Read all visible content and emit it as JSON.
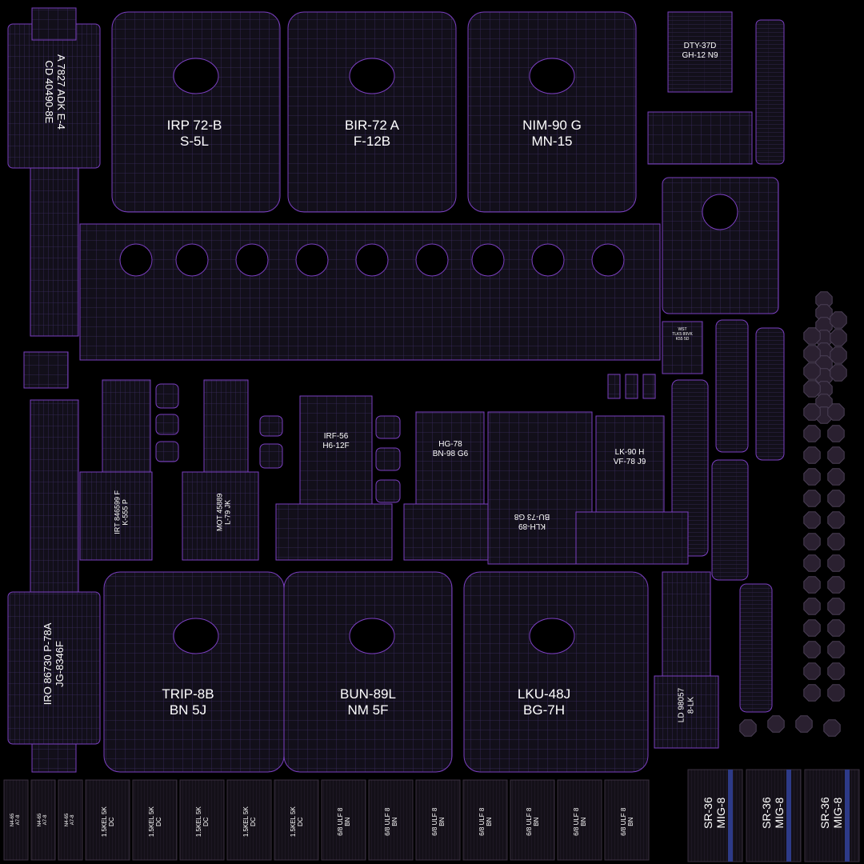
{
  "colors": {
    "background": "#000000",
    "fill": "#120f1a",
    "grid": "#3a2a5e",
    "edge": "#7a3fc0",
    "label": "#ffffff"
  },
  "labels": {
    "pod_top_1": "IRP 72-B\nS-5L",
    "pod_top_2": "BIR-72 A\nF-12B",
    "pod_top_3": "NIM-90 G\nMN-15",
    "pod_bottom_1": "TRIP-8B\nBN 5J",
    "pod_bottom_2": "BUN-89L\nNM 5F",
    "pod_bottom_3": "LKU-48J\nBG-7H",
    "top_right_block": "DTY-37D\nGH-12 N9",
    "tall_left_top": "A 7827 ADK E-4\nCD 40490-8E",
    "tall_left_bottom": "IRO 86730 P-78A\nJG-8346F",
    "mid_block_1": "IRF-56\nH6-12F",
    "mid_block_2": "HG-78\nBN-98 G6",
    "mid_block_3": "LK-90 H\nVF-78 J9",
    "mid_block_2_flipped": "KLH-89\nBU-73 G8",
    "narrow_1": "IRT 846599 F\nK-555 P",
    "narrow_2": "MOT 45889\nL-79 JK",
    "right_narrow": "LD 98057\n8-LK",
    "small_tag": "WST\nTLK5 89VK\nK55 5D",
    "strip_a": "N4-65\nA7-8",
    "strip_b": "1.5KEL 5K\nDC",
    "strip_c": "6/8 ULF 8\nBN",
    "strip_d": "SR-36\nMIG-8"
  },
  "strips": [
    {
      "key": "strip_a"
    },
    {
      "key": "strip_a"
    },
    {
      "key": "strip_a"
    },
    {
      "key": "strip_b"
    },
    {
      "key": "strip_b"
    },
    {
      "key": "strip_b"
    },
    {
      "key": "strip_b"
    },
    {
      "key": "strip_b"
    },
    {
      "key": "strip_c"
    },
    {
      "key": "strip_c"
    },
    {
      "key": "strip_c"
    },
    {
      "key": "strip_c"
    },
    {
      "key": "strip_c"
    },
    {
      "key": "strip_c"
    },
    {
      "key": "strip_c"
    }
  ],
  "sr_strips": [
    {
      "key": "strip_d"
    },
    {
      "key": "strip_d"
    },
    {
      "key": "strip_d"
    }
  ]
}
